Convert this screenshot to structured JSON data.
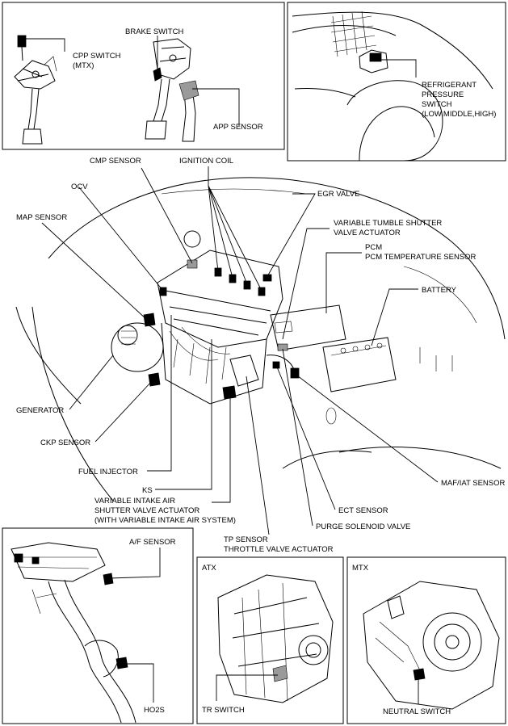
{
  "panels": {
    "pedals": {
      "cpp_switch": [
        "CPP SWITCH",
        "(MTX)"
      ],
      "brake_switch": "BRAKE SWITCH",
      "app_sensor": "APP SENSOR"
    },
    "refrigerant": {
      "label": [
        "REFRIGERANT",
        "PRESSURE",
        "SWITCH",
        "(LOW,MIDDLE,HIGH)"
      ]
    },
    "engine": {
      "cmp_sensor": "CMP SENSOR",
      "ignition_coil": "IGNITION COIL",
      "ocv": "OCV",
      "map_sensor": "MAP SENSOR",
      "egr_valve": "EGR VALVE",
      "tumble": [
        "VARIABLE TUMBLE SHUTTER",
        "VALVE ACTUATOR"
      ],
      "pcm": [
        "PCM",
        "PCM TEMPERATURE SENSOR"
      ],
      "battery": "BATTERY",
      "generator": "GENERATOR",
      "ckp_sensor": "CKP SENSOR",
      "fuel_injector": "FUEL INJECTOR",
      "ks": "KS",
      "intake_air": [
        "VARIABLE INTAKE AIR",
        "SHUTTER VALVE ACTUATOR",
        "(WITH VARIABLE INTAKE AIR SYSTEM)"
      ],
      "maf_iat": "MAF/IAT SENSOR",
      "ect_sensor": "ECT SENSOR",
      "purge": "PURGE SOLENOID VALVE",
      "tp_sensor": [
        "TP SENSOR",
        "THROTTLE VALVE ACTUATOR"
      ]
    },
    "exhaust": {
      "af_sensor": "A/F SENSOR",
      "ho2s": "HO2S"
    },
    "atx": {
      "title": "ATX",
      "tr_switch": "TR SWITCH"
    },
    "mtx": {
      "title": "MTX",
      "neutral_switch": "NEUTRAL SWITCH"
    }
  }
}
